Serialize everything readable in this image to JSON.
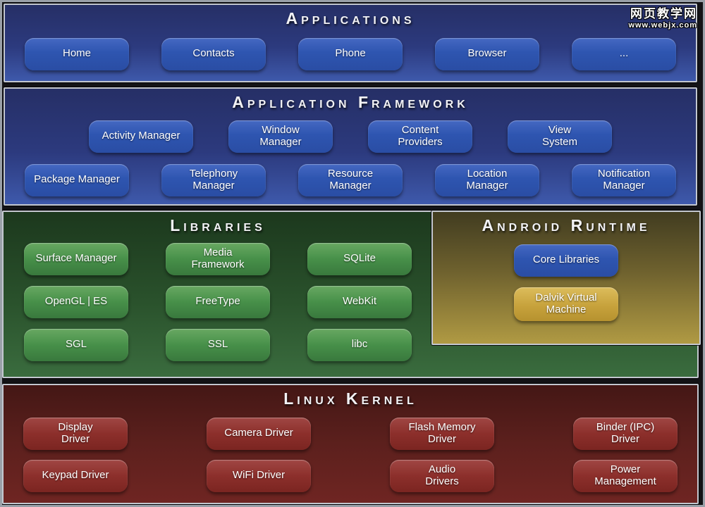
{
  "watermark": {
    "line1": "网页教学网",
    "line2": "www.webjx.com"
  },
  "layers": {
    "applications": {
      "title": "Applications",
      "items": [
        "Home",
        "Contacts",
        "Phone",
        "Browser",
        "..."
      ]
    },
    "framework": {
      "title": "Application Framework",
      "row1": [
        "Activity Manager",
        "Window\nManager",
        "Content\nProviders",
        "View\nSystem"
      ],
      "row2": [
        "Package Manager",
        "Telephony\nManager",
        "Resource\nManager",
        "Location\nManager",
        "Notification\nManager"
      ]
    },
    "libraries": {
      "title": "Libraries",
      "row1": [
        "Surface Manager",
        "Media\nFramework",
        "SQLite"
      ],
      "row2": [
        "OpenGL | ES",
        "FreeType",
        "WebKit"
      ],
      "row3": [
        "SGL",
        "SSL",
        "libc"
      ]
    },
    "runtime": {
      "title": "Android Runtime",
      "core": "Core Libraries",
      "dalvik": "Dalvik Virtual\nMachine"
    },
    "kernel": {
      "title": "Linux Kernel",
      "row1": [
        "Display\nDriver",
        "Camera Driver",
        "Flash Memory\nDriver",
        "Binder (IPC)\nDriver"
      ],
      "row2": [
        "Keypad Driver",
        "WiFi Driver",
        "Audio\nDrivers",
        "Power\nManagement"
      ]
    }
  },
  "colors": {
    "blue_panel_top": "#262f66",
    "blue_panel_bottom": "#3e59ab",
    "green_panel_top": "#1c381d",
    "green_panel_bottom": "#3a6c3e",
    "runtime_panel_top": "#413c20",
    "runtime_panel_bottom": "#b09a43",
    "kernel_panel_top": "#441715",
    "kernel_panel_bottom": "#6f2522",
    "blue_node": "#2e55b0",
    "green_node": "#479049",
    "gold_node": "#c7a23c",
    "red_node": "#8c2f2b",
    "panel_border": "#c3c7cf",
    "title_text": "#f2f2f5"
  }
}
